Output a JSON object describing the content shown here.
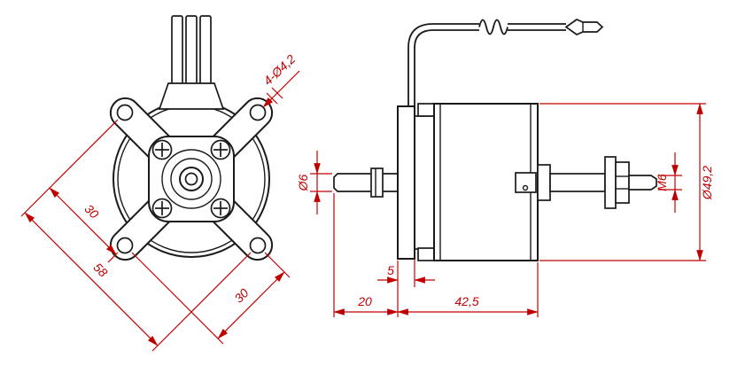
{
  "colors": {
    "background": "#ffffff",
    "outline": "#1a1a1a",
    "dimension": "#c00000"
  },
  "front_view": {
    "hole_callout": "4-Ø4,2",
    "dim_hole_spacing_left": "30",
    "dim_hole_diagonal": "58",
    "dim_hole_spacing_right": "30"
  },
  "side_view": {
    "dim_shaft_diameter": "Ø6",
    "dim_body_diameter": "Ø49,2",
    "dim_shaft_thread": "M6",
    "dim_flange_thickness": "5",
    "dim_shaft_length": "20",
    "dim_body_length": "42,5"
  }
}
